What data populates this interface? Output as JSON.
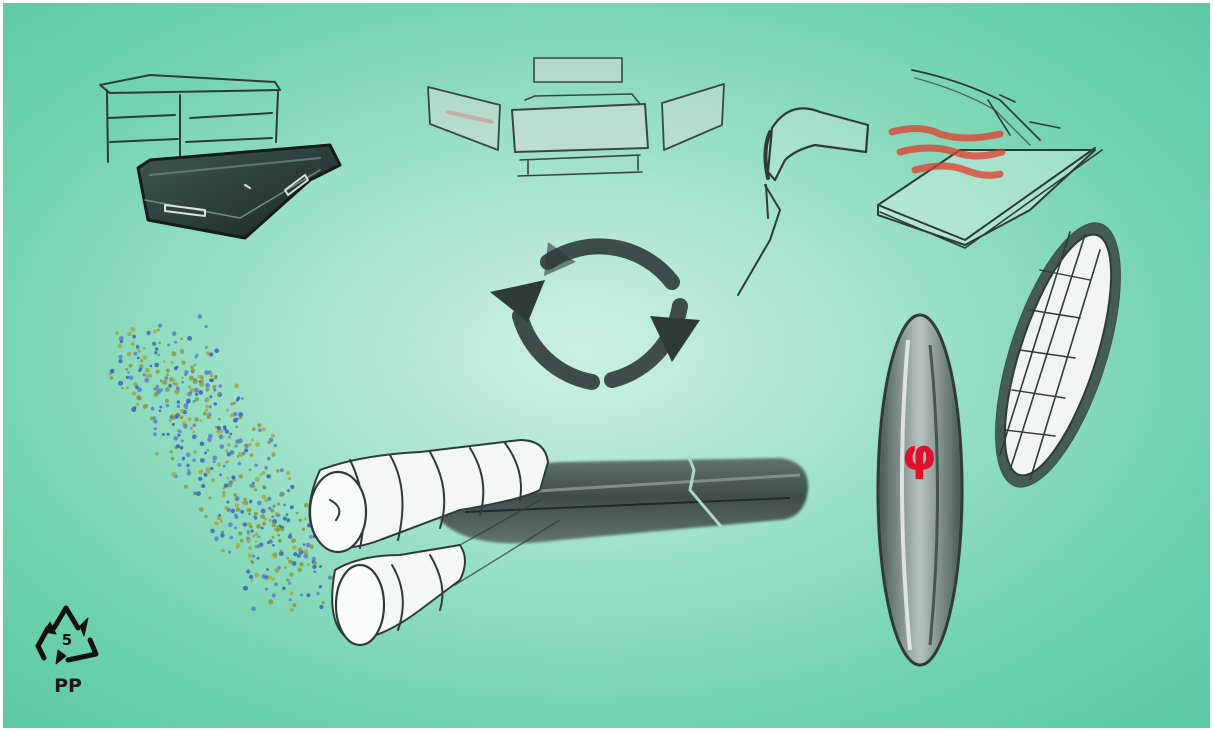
{
  "recycling_code": {
    "number": "5",
    "material": "PP"
  },
  "annotation": {
    "diameter_symbol": "φ"
  },
  "colors": {
    "background": "#7fd7b8",
    "background_light": "#c9efe2",
    "ink": "#2f3b38",
    "heat": "#e23b2a",
    "pellet_blue": "#3a63b8",
    "pellet_olive": "#8a9a3a"
  },
  "icons": {
    "recycle_arrows": "circular-arrows-icon",
    "hair_dryer": "heat-gun-icon"
  }
}
